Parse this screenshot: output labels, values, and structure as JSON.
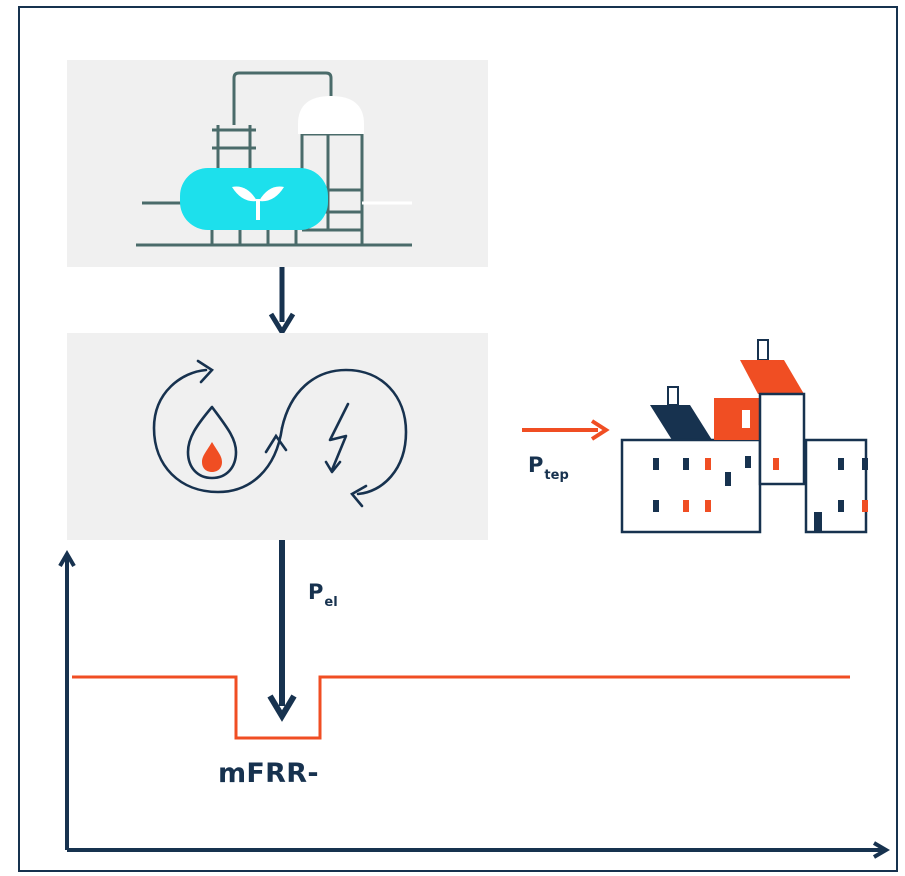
{
  "power_heat_label": {
    "main": "P",
    "sub": "tep"
  },
  "power_el_label": {
    "main": "P",
    "sub": "el"
  },
  "signal_label": "mFRR-",
  "colors": {
    "navy": "#17324f",
    "orange": "#f04e23",
    "cyan": "#1de0ec",
    "panel": "#f0f0f0",
    "plant_line": "#4a6b6a"
  },
  "icons": [
    "biogas-plant-icon",
    "cogeneration-cycle-icon",
    "flame-icon",
    "lightning-icon",
    "buildings-icon"
  ]
}
